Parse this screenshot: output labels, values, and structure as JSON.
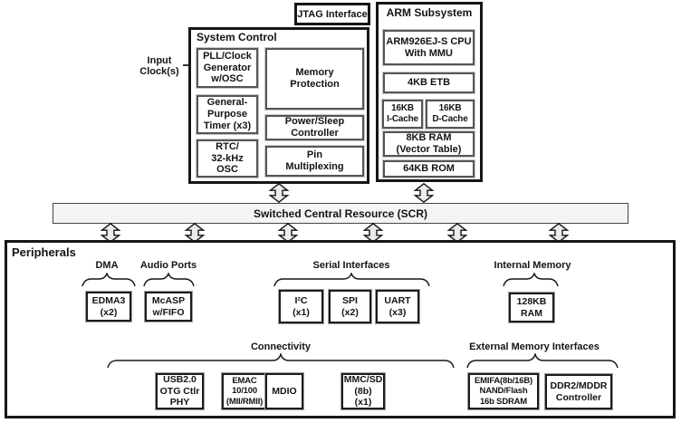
{
  "top": {
    "jtag_label": "JTAG Interface",
    "input_clock_label": "Input\nClock(s)"
  },
  "system_control": {
    "title": "System Control",
    "pll": "PLL/Clock\nGenerator\nw/OSC",
    "timer": "General-\nPurpose\nTimer (x3)",
    "rtc": "RTC/\n32-kHz\nOSC",
    "memory_protection": "Memory\nProtection",
    "power_sleep": "Power/Sleep\nController",
    "pin_mux": "Pin\nMultiplexing"
  },
  "arm_subsystem": {
    "title": "ARM Subsystem",
    "cpu": "ARM926EJ-S CPU\nWith MMU",
    "etb": "4KB ETB",
    "icache": "16KB\nI-Cache",
    "dcache": "16KB\nD-Cache",
    "vector_ram": "8KB RAM\n(Vector Table)",
    "rom": "64KB ROM"
  },
  "scr": {
    "label": "Switched Central Resource (SCR)"
  },
  "peripherals": {
    "title": "Peripherals",
    "group_labels": {
      "dma": "DMA",
      "audio": "Audio Ports",
      "serial": "Serial Interfaces",
      "internal_memory": "Internal Memory",
      "connectivity": "Connectivity",
      "external_memory": "External Memory Interfaces"
    },
    "blocks": {
      "edma3": "EDMA3\n(x2)",
      "mcasp": "McASP\nw/FIFO",
      "i2c": "I²C\n(x1)",
      "spi": "SPI\n(x2)",
      "uart": "UART\n(x3)",
      "ram128": "128KB\nRAM",
      "usb": "USB2.0\nOTG Ctlr\nPHY",
      "emac": "EMAC\n10/100\n(MII/RMII)",
      "mdio": "MDIO",
      "mmcsd": "MMC/SD\n(8b)\n(x1)",
      "emifa": "EMIFA(8b/16B)\nNAND/Flash\n16b SDRAM",
      "ddr2": "DDR2/MDDR\nController"
    }
  },
  "icons": {
    "bidirectional_arrow": "⇕",
    "right_arrow": "→",
    "brace": "⏞"
  },
  "colors": {
    "outer_border": "#161616",
    "inner_border": "#555555",
    "peripheral_border": "#1c1c1c",
    "scr_fill": "#f4f4f4",
    "arrow_fill": "#ececec",
    "background": "#ffffff"
  }
}
